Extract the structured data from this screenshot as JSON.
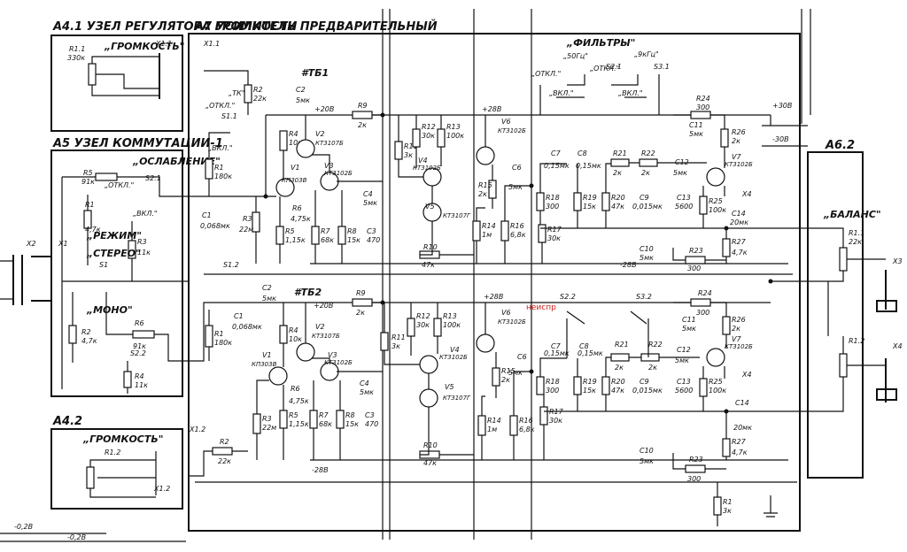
{
  "blocks": {
    "a41": "А4.1 УЗЕЛ РЕГУЛЯТОРА ГРОМКОСТИ",
    "a7": "А7  УСИЛИТЕЛЬ ПРЕДВАРИТЕЛЬНЫЙ",
    "a5": "А5 УЗЕЛ КОММУТАЦИИ-1",
    "a42": "А4.2",
    "a62": "А6.2"
  },
  "labels": {
    "gromkost1": "„ГРОМКОСТЬ\"",
    "gromkost2": "„ГРОМКОСТЬ\"",
    "filtry": "„ФИЛЬТРЫ\"",
    "balans": "„БАЛАНС\"",
    "oslablenie": "„ОСЛАБЛЕНИЕ\"",
    "rezhim": "„РЕЖИМ\"",
    "stereo": "„СТЕРЕО\"",
    "mono": "„МОНО\"",
    "tb1": "#ТБ1",
    "tb2": "#ТБ2",
    "ok": "„ТК\"",
    "otkl": "„ОТКЛ.\"",
    "vkl": "„ВКЛ.\"",
    "f50": "„50Гц\"",
    "f9k": "„9кГц\"",
    "note_red": "неиспр",
    "v20": "+20В",
    "v28a": "+28В",
    "v28b": "+28В",
    "v30p": "+30В",
    "v30m": "-30В",
    "m28": "-28В",
    "m28b": "-28В",
    "m02": "-0,2В",
    "m02b": "-0,2В"
  },
  "parts": {
    "r11": "R1.1",
    "r11v": "330к",
    "r12": "R1.2",
    "r2": "R2",
    "r2v": "22к",
    "r1": "R1",
    "r1v": "180к",
    "r3": "R3",
    "r3v": "22м",
    "c1": "C1",
    "c1v": "0,068мк",
    "c2": "C2",
    "c2v": "5мк",
    "r4": "R4",
    "r4v": "10к",
    "v1": "V1",
    "v1t": "КП303В",
    "v2": "V2",
    "v2t": "КТ3107Б",
    "v3": "V3",
    "v3t": "КТ3102Б",
    "r5": "R5",
    "r5v": "1,15к",
    "r6": "R6",
    "r6v": "4,75к",
    "r7": "R7",
    "r7v": "68к",
    "r8": "R8",
    "r8v": "15к",
    "c3": "C3",
    "c3v": "470",
    "c4": "C4",
    "c4v": "5мк",
    "r9": "R9",
    "r9v": "2к",
    "r10": "R10",
    "r10v": "47к",
    "r11b": "R11",
    "r11bv": "3к",
    "r12b": "R12",
    "r12bv": "30к",
    "r13": "R13",
    "r13v": "100к",
    "v4": "V4",
    "v4t": "КТ3102Б",
    "v5": "V5",
    "v5t": "КТ3107Г",
    "v6": "V6",
    "v6t": "КТ3102Б",
    "r14": "R14",
    "r14v": "1м",
    "r15": "R15",
    "r15v": "2к",
    "r16": "R16",
    "r16v": "6,8к",
    "c6": "C6",
    "c6v": "5мк",
    "r17": "R17",
    "r17v": "30к",
    "r18": "R18",
    "r18v": "300",
    "c7": "C7",
    "c7v": "0,15мк",
    "c8": "C8",
    "c8v": "0,15мк",
    "r19": "R19",
    "r19v": "15к",
    "r20": "R20",
    "r20v": "47к",
    "r21": "R21",
    "r21v": "2к",
    "r22": "R22",
    "r22v": "2к",
    "c9": "C9",
    "c9v": "0,015мк",
    "c12": "C12",
    "c12v": "5мк",
    "c13": "C13",
    "c13v": "5600",
    "r24": "R24",
    "r24v": "300",
    "c11": "C11",
    "c11v": "5мк",
    "r26": "R26",
    "r26v": "2к",
    "v7": "V7",
    "v7t": "КТ3102Б",
    "r25": "R25",
    "r25v": "100к",
    "c14": "C14",
    "c14v": "20мк",
    "r27": "R27",
    "r27v": "4,7к",
    "c10": "C10",
    "c10v": "5мк",
    "r23": "R23",
    "r23v": "300",
    "rk1": "R1",
    "rk1v": "3к",
    "r61": "R1.1",
    "r61v": "22к",
    "r612": "R1.2",
    "s1": "S1",
    "s21": "S2.1",
    "s22": "S2.2",
    "s31": "S3.1",
    "s32": "S3.2",
    "s11": "S1.1",
    "s12": "S1.2",
    "r5a": "R5",
    "r5av": "91к",
    "r1a": "R1",
    "r1av": "4,7к",
    "r3a": "R3",
    "r3av": "11к",
    "r2a": "R2",
    "r2av": "4,7к",
    "r6a": "R6",
    "r6av": "91к",
    "r4a": "R4",
    "r4av": "11к",
    "x1": "X1",
    "x2": "X2",
    "x3": "X3",
    "x4": "X4",
    "x11": "X1.1",
    "x12": "X1.2"
  }
}
